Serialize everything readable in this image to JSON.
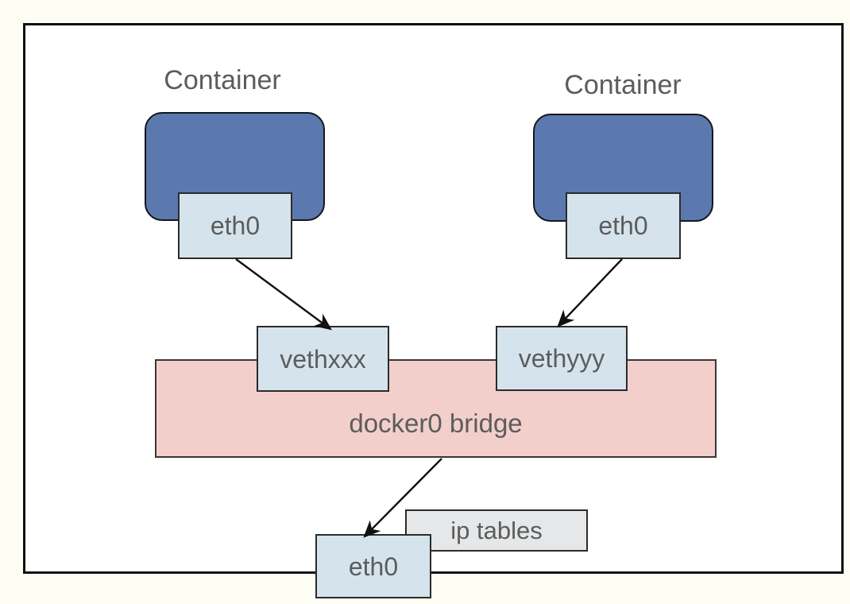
{
  "diagram": {
    "title_left": "Container",
    "title_right": "Container",
    "containers": [
      {
        "label": "Container",
        "interface": "eth0"
      },
      {
        "label": "Container",
        "interface": "eth0"
      }
    ],
    "veth_left": "vethxxx",
    "veth_right": "vethyyy",
    "bridge": "docker0 bridge",
    "iptables": "ip tables",
    "host_interface": "eth0",
    "colors": {
      "page_background": "#FDFDF3",
      "host_frame_border": "#10100F",
      "container_fill": "#5B79AE",
      "container_border": "#14161C",
      "interface_fill": "#D5E4EC",
      "interface_border": "#2B2B2B",
      "bridge_fill": "#F3CFCB",
      "bridge_border": "#3A3634",
      "iptables_fill": "#E5E7E9",
      "text": "#5C5C5C",
      "arrow": "#111111"
    }
  }
}
